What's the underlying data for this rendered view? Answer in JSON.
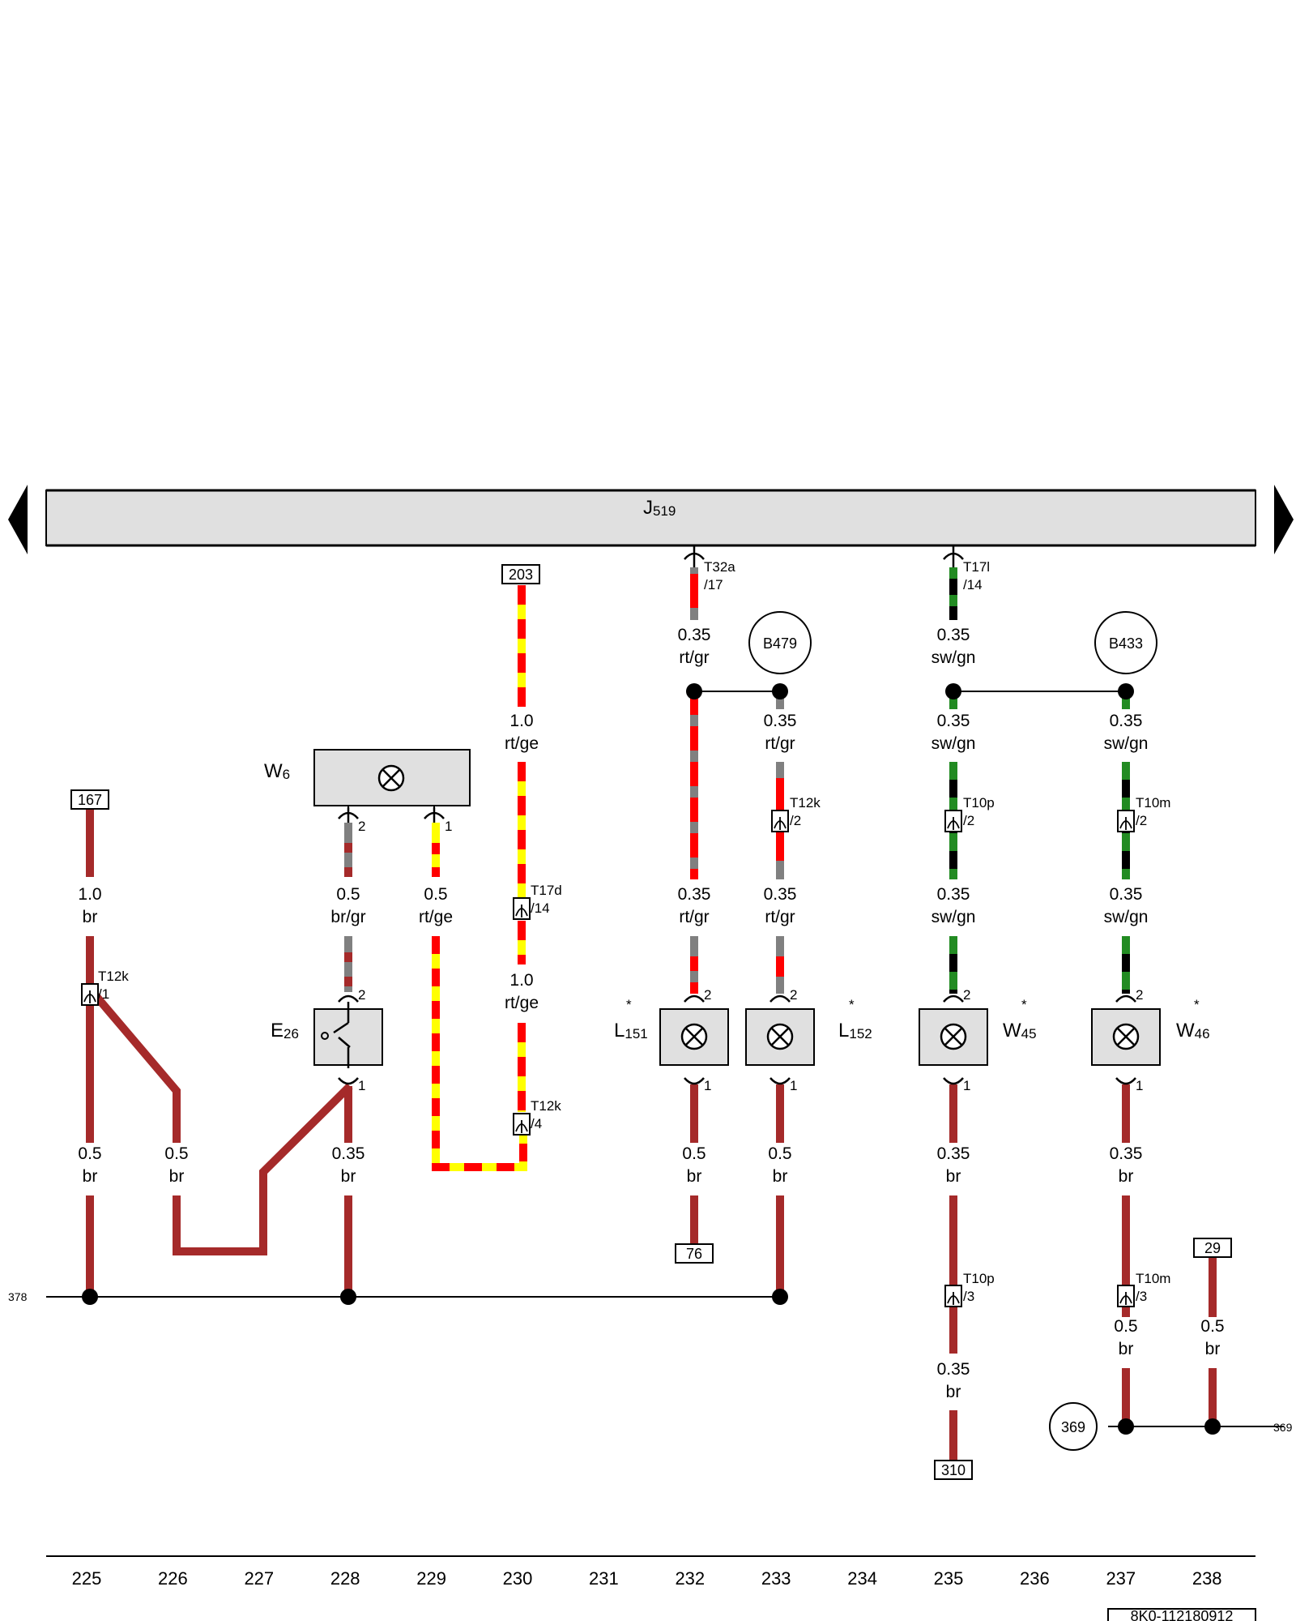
{
  "control_unit": {
    "letter": "J",
    "index": "519"
  },
  "edge_refs": {
    "left": "378",
    "right": "369"
  },
  "footer": {
    "doc_id": "8K0-112180912"
  },
  "columns": [
    "225",
    "226",
    "227",
    "228",
    "229",
    "230",
    "231",
    "232",
    "233",
    "234",
    "235",
    "236",
    "237",
    "238"
  ],
  "ref_boxes": {
    "r203": "203",
    "r167": "167",
    "r76": "76",
    "r310": "310",
    "r29": "29"
  },
  "ref_circles": {
    "b479": "B479",
    "b433": "B433",
    "c369": "369"
  },
  "components": {
    "W6": {
      "letter": "W",
      "index": "6"
    },
    "E26": {
      "letter": "E",
      "index": "26"
    },
    "L151": {
      "letter": "L",
      "index": "151",
      "star": "*"
    },
    "L152": {
      "letter": "L",
      "index": "152",
      "star": "*"
    },
    "W45": {
      "letter": "W",
      "index": "45",
      "star": "*"
    },
    "W46": {
      "letter": "W",
      "index": "46",
      "star": "*"
    }
  },
  "connectors": {
    "t32a_17": {
      "name": "T32a",
      "pin": "/17"
    },
    "t17l_14": {
      "name": "T17l",
      "pin": "/14"
    },
    "t12k_1": {
      "name": "T12k",
      "pin": "/1"
    },
    "t17d_14": {
      "name": "T17d",
      "pin": "/14"
    },
    "t12k_4": {
      "name": "T12k",
      "pin": "/4"
    },
    "t12k_2": {
      "name": "T12k",
      "pin": "/2"
    },
    "t10p_2": {
      "name": "T10p",
      "pin": "/2"
    },
    "t10m_2": {
      "name": "T10m",
      "pin": "/2"
    },
    "t10p_3": {
      "name": "T10p",
      "pin": "/3"
    },
    "t10m_3": {
      "name": "T10m",
      "pin": "/3"
    }
  },
  "pins": {
    "p1": "1",
    "p2": "2"
  },
  "wires": {
    "c225a": {
      "size": "1.0",
      "color": "br"
    },
    "c225b": {
      "size": "0.5",
      "color": "br"
    },
    "c226": {
      "size": "0.5",
      "color": "br"
    },
    "c228a": {
      "size": "0.5",
      "color": "br/gr"
    },
    "c228b": {
      "size": "0.35",
      "color": "br"
    },
    "c229": {
      "size": "0.5",
      "color": "rt/ge"
    },
    "c230a": {
      "size": "1.0",
      "color": "rt/ge"
    },
    "c230b": {
      "size": "1.0",
      "color": "rt/ge"
    },
    "c232a": {
      "size": "0.35",
      "color": "rt/gr"
    },
    "c232b": {
      "size": "0.35",
      "color": "rt/gr"
    },
    "c232c": {
      "size": "0.5",
      "color": "br"
    },
    "c233a": {
      "size": "0.35",
      "color": "rt/gr"
    },
    "c233b": {
      "size": "0.35",
      "color": "rt/gr"
    },
    "c233c": {
      "size": "0.5",
      "color": "br"
    },
    "c235a": {
      "size": "0.35",
      "color": "sw/gn"
    },
    "c235b": {
      "size": "0.35",
      "color": "sw/gn"
    },
    "c235c": {
      "size": "0.35",
      "color": "sw/gn"
    },
    "c235d": {
      "size": "0.35",
      "color": "br"
    },
    "c235e": {
      "size": "0.35",
      "color": "br"
    },
    "c237a": {
      "size": "0.35",
      "color": "sw/gn"
    },
    "c237b": {
      "size": "0.35",
      "color": "sw/gn"
    },
    "c237c": {
      "size": "0.35",
      "color": "br"
    },
    "c237d": {
      "size": "0.5",
      "color": "br"
    },
    "c238": {
      "size": "0.5",
      "color": "br"
    }
  },
  "colors": {
    "brown": "#a52a2a",
    "red": "#ff0000",
    "yellow": "#ffff00",
    "grey": "#808080",
    "green": "#228b22",
    "black": "#000000",
    "component_fill": "#e0e0e0"
  }
}
